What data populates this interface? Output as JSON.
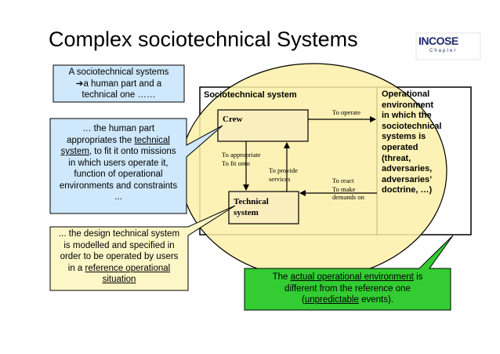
{
  "slide": {
    "title": "Complex sociotechnical Systems",
    "logo": {
      "name": "INCOSE",
      "tagline": "Chapter"
    }
  },
  "callouts": {
    "top_left": {
      "line1": "A sociotechnical systems",
      "arrow": "➔",
      "line2": "a human part and a",
      "line3": "technical one ……"
    },
    "middle_left": {
      "l1": "… the human part",
      "l2a": "appropriates the ",
      "l2b": "technical",
      "l3a": "system",
      "l3b": ", to fit it onto missions",
      "l4": "in which users operate it,",
      "l5": "function of operational",
      "l6": "environments and constraints",
      "l7": "..."
    },
    "bottom_left": {
      "l1": "... the design technical system",
      "l2": "is modelled  and specified in",
      "l3": "order to be operated by users",
      "l4a": "in a ",
      "l4b": "reference operational",
      "l5": "situation"
    },
    "bottom_right": {
      "l1a": "The ",
      "l1b": "actual operational environment",
      "l1c": " is",
      "l2": "different from the reference one",
      "l3a": "(",
      "l3b": "unpredictable",
      "l3c": " events)."
    }
  },
  "diagram": {
    "sociotechnical_label": "Sociotechnical system",
    "crew_label": "Crew",
    "technical_line1": "Technical",
    "technical_line2": "system",
    "appropriate_line1": "To appropriate",
    "appropriate_line2": "To fit onto",
    "services_line1": "To provide",
    "services_line2": "services",
    "operate_label": "To operate",
    "react_line1": "To react",
    "react_line2": "To make",
    "react_line3": "demands on",
    "environment": {
      "l1": "Operational",
      "l2": "environment",
      "l3": "in which  the",
      "l4": "sociotechnical",
      "l5": "systems is",
      "l6": "operated",
      "l7": "(threat,",
      "l8": "adversaries,",
      "l9": "adversaries’",
      "l10": "doctrine, …)"
    }
  },
  "colors": {
    "ellipse_fill": "#fdf0a8",
    "callout_blue": "#cfe8fb",
    "callout_yellow": "#fdf7c7",
    "callout_green": "#33cc33",
    "dark_bg": "#3b3b3b"
  }
}
